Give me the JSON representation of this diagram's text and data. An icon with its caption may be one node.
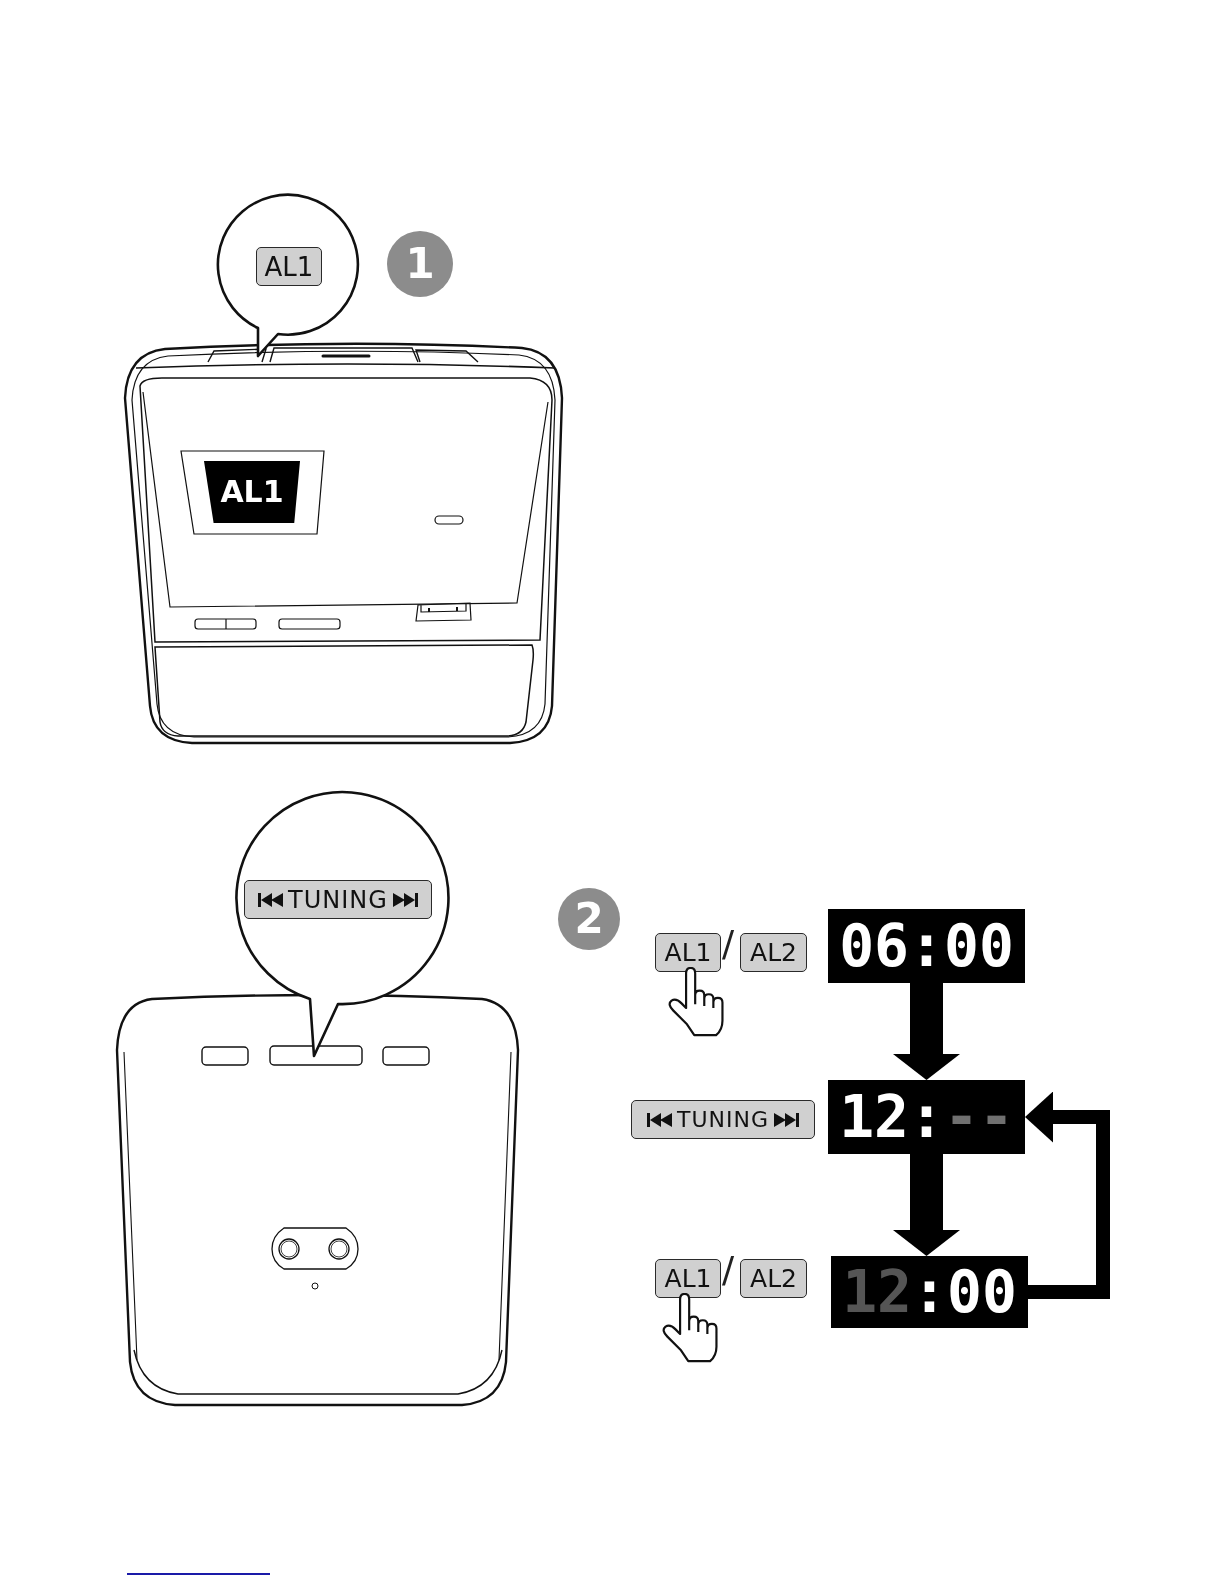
{
  "diagram": {
    "nodes": [
      {
        "text": [],
        "shape": "circle"
      },
      {
        "text": [
          "AL1"
        ],
        "in": 0
      },
      {
        "text": [
          "1"
        ]
      },
      {
        "text": [],
        "shape": "picture"
      },
      {
        "text": [
          "AL1"
        ],
        "in": 3
      },
      {
        "text": [],
        "shape": "circle"
      },
      {
        "text": [
          "TUNING"
        ],
        "in": 5
      },
      {
        "text": [],
        "shape": "picture"
      },
      {
        "text": [
          "2"
        ]
      },
      {
        "text": [
          "AL1"
        ]
      },
      {
        "text": [
          "AL2"
        ]
      },
      {
        "text": [
          "06:00"
        ]
      },
      {
        "text": [
          "TUNING"
        ]
      },
      {
        "text": [
          "12:--"
        ]
      },
      {
        "text": [
          "AL1"
        ]
      },
      {
        "text": [
          "AL2"
        ]
      },
      {
        "text": [
          "12:00"
        ]
      }
    ],
    "edges": [
      {
        "from": 11,
        "to": 13,
        "arrow": "to"
      },
      {
        "from": 13,
        "to": 16,
        "arrow": "to"
      },
      {
        "from": 16,
        "to": 13,
        "arrow": "to"
      }
    ],
    "labels": [
      "/",
      "/"
    ]
  }
}
